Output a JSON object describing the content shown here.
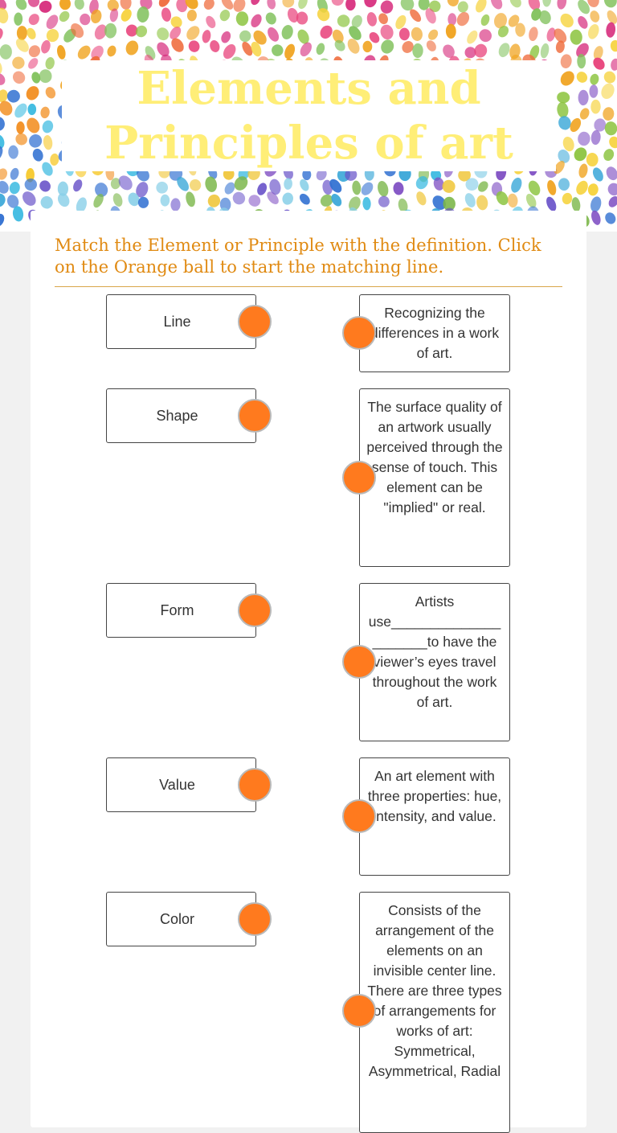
{
  "header": {
    "title": "Elements and Principles of art"
  },
  "instructions": "Match the Element or Principle with the definition.  Click on the Orange ball to start the matching line.",
  "colors": {
    "title": "#ffee77",
    "instructions": "#e08a12",
    "ball": "#ff7a1e"
  },
  "terms": [
    {
      "label": "Line"
    },
    {
      "label": "Shape"
    },
    {
      "label": "Form"
    },
    {
      "label": "Value"
    },
    {
      "label": "Color"
    }
  ],
  "definitions": [
    {
      "text": "Recognizing the differences in a work of art."
    },
    {
      "text": "The surface quality of an artwork usually perceived through the sense of touch. This element can be \"implied\" or real."
    },
    {
      "text": "Artists use_____________________to have the viewer’s eyes travel throughout the work of art."
    },
    {
      "text": "An art element with three properties: hue, intensity, and value."
    },
    {
      "text": "Consists of the arrangement of the elements on an invisible center line. There are three types of arrangements for works of art: Symmetrical, Asymmetrical, Radial"
    }
  ]
}
